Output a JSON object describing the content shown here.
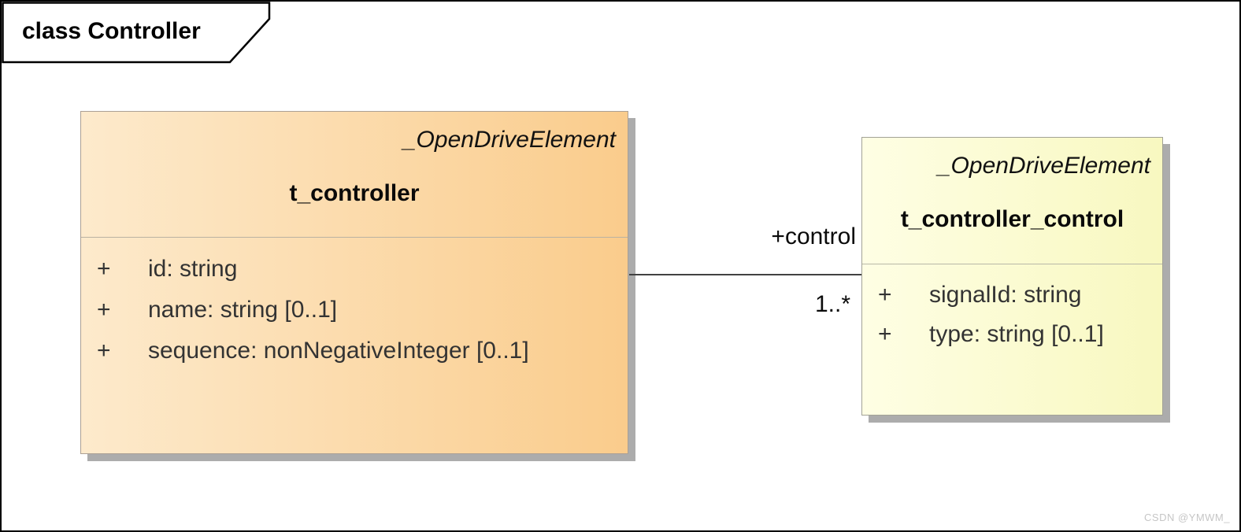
{
  "frame": {
    "title": "class Controller"
  },
  "classes": [
    {
      "stereotype": "_OpenDriveElement",
      "name": "t_controller",
      "attributes": [
        {
          "visibility": "+",
          "text": "id: string"
        },
        {
          "visibility": "+",
          "text": "name: string [0..1]"
        },
        {
          "visibility": "+",
          "text": "sequence: nonNegativeInteger [0..1]"
        }
      ]
    },
    {
      "stereotype": "_OpenDriveElement",
      "name": "t_controller_control",
      "attributes": [
        {
          "visibility": "+",
          "text": "signalId: string"
        },
        {
          "visibility": "+",
          "text": "type: string [0..1]"
        }
      ]
    }
  ],
  "association": {
    "role": "+control",
    "multiplicity": "1..*"
  },
  "watermark": "CSDN @YMWM_",
  "colors": {
    "left_start": "#FDEACC",
    "left_end": "#FACC8C",
    "border_left": "#ABA095",
    "divider_left": "#BAB2A2",
    "right_start": "#FEFEE4",
    "right_end": "#F8F8C0",
    "border_right": "#A2A296",
    "divider_right": "#B8B8A8",
    "shadow": "#ACACAC",
    "connector": "#424242",
    "text": "#333333",
    "watermark": "#C6C6C6"
  }
}
